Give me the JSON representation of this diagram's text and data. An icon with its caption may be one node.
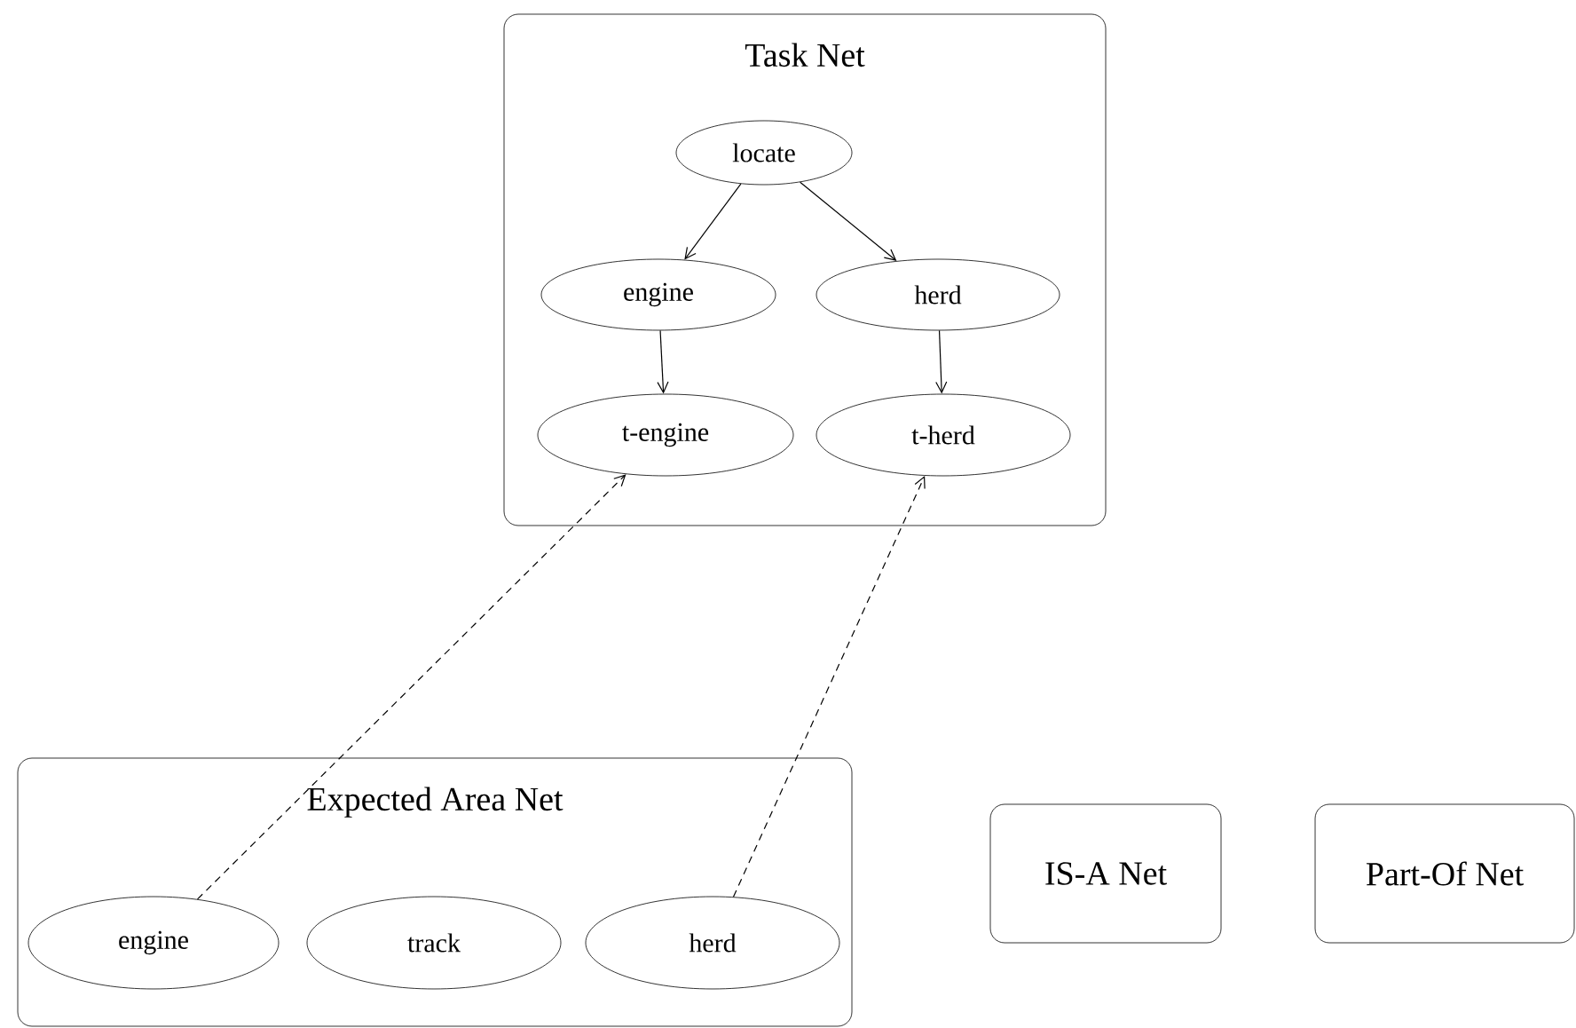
{
  "diagram": {
    "nodes": [
      {
        "text": [
          "Task Net"
        ]
      },
      {
        "text": [
          "locate"
        ],
        "in": 0
      },
      {
        "text": [
          "engine"
        ],
        "in": 0
      },
      {
        "text": [
          "herd"
        ],
        "in": 0
      },
      {
        "text": [
          "t-engine"
        ],
        "in": 0
      },
      {
        "text": [
          "t-herd"
        ],
        "in": 0
      },
      {
        "text": [
          "Expected Area Net"
        ]
      },
      {
        "text": [
          "engine"
        ],
        "in": 6
      },
      {
        "text": [
          "track"
        ],
        "in": 6
      },
      {
        "text": [
          "herd"
        ],
        "in": 6
      },
      {
        "text": [
          "IS-A Net"
        ]
      },
      {
        "text": [
          "Part-Of Net"
        ]
      }
    ],
    "edges": [
      {
        "from": 1,
        "to": 2,
        "arrow": "to"
      },
      {
        "from": 1,
        "to": 3,
        "arrow": "to"
      },
      {
        "from": 2,
        "to": 4,
        "arrow": "to"
      },
      {
        "from": 3,
        "to": 5,
        "arrow": "to"
      },
      {
        "from": 7,
        "to": 4,
        "arrow": "to",
        "style": "dashed"
      },
      {
        "from": 9,
        "to": 5,
        "arrow": "to",
        "style": "dashed"
      }
    ]
  }
}
